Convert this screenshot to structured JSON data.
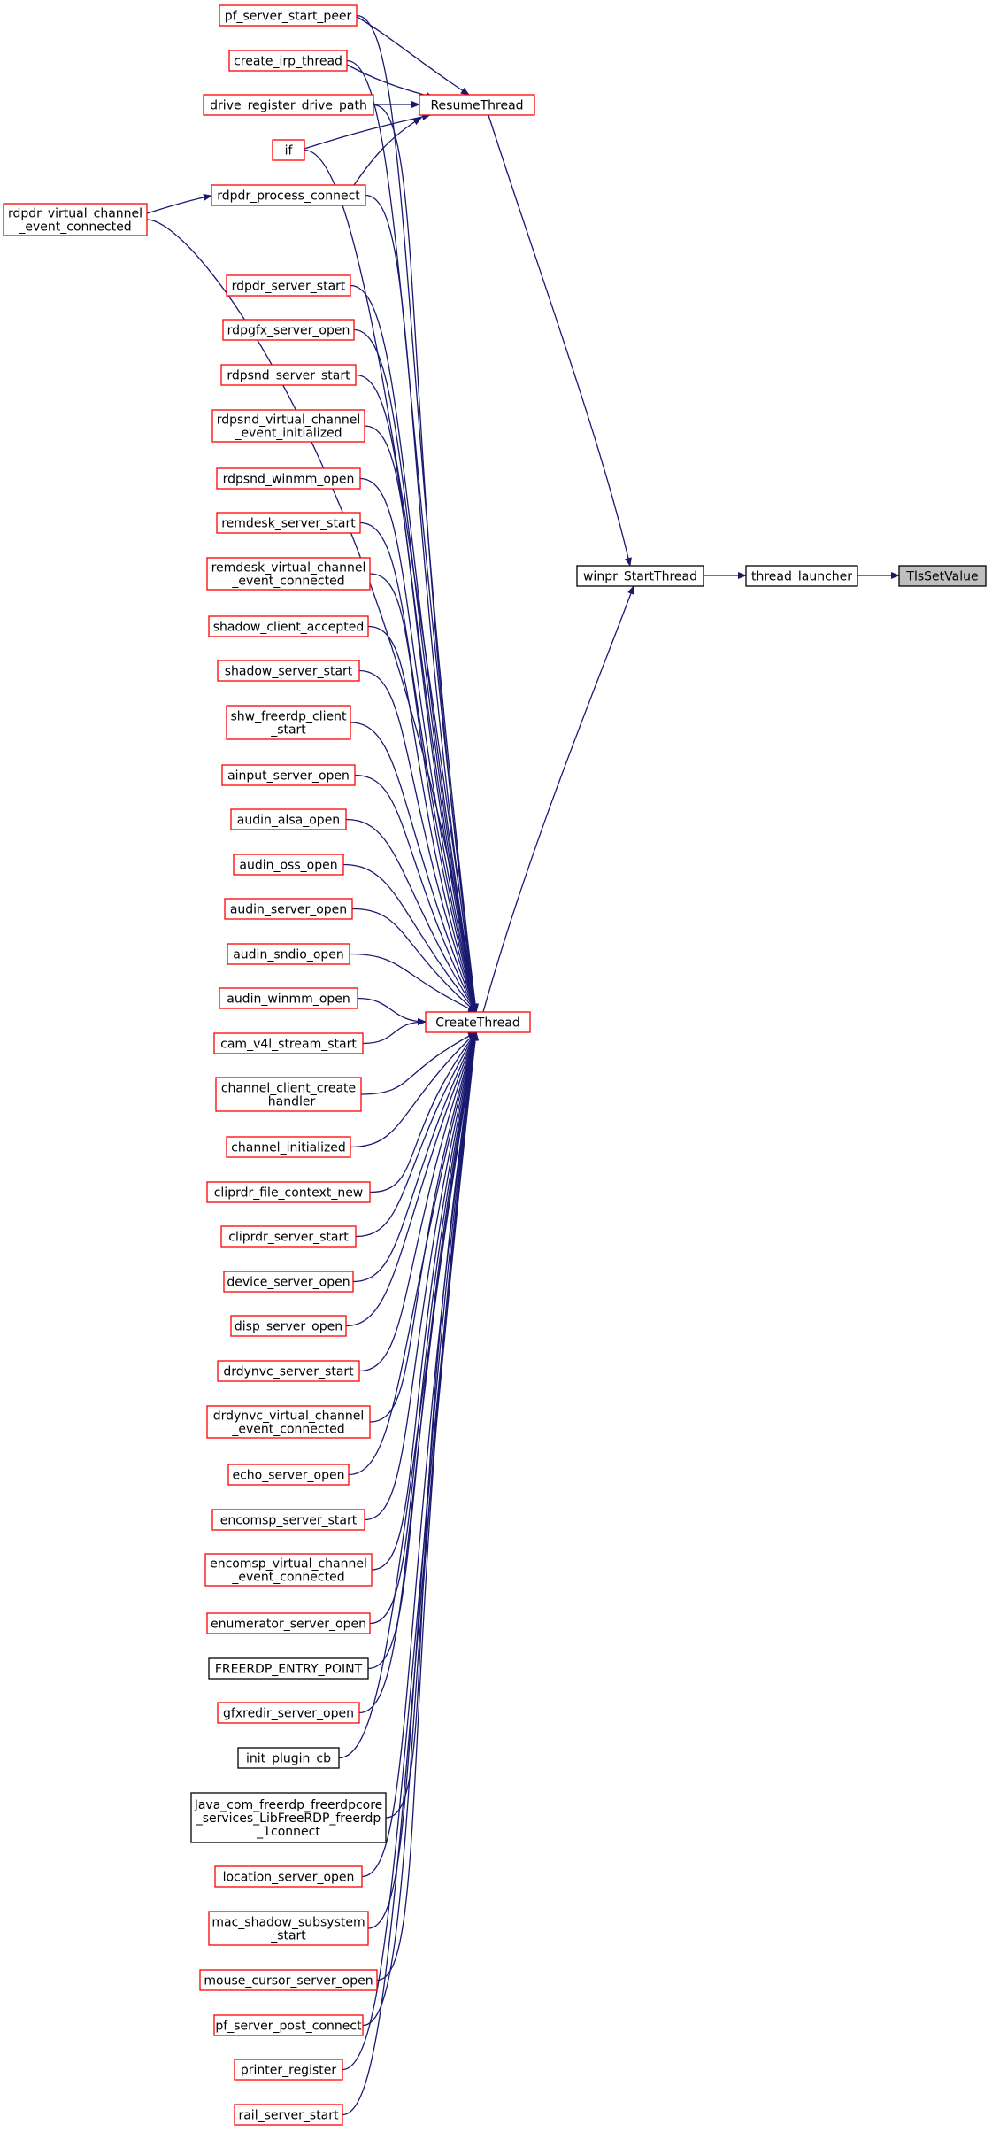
{
  "graph": {
    "colors": {
      "edge": "#191970",
      "node_border_normal": "#ff0000",
      "node_border_plain": "#000000",
      "node_fill": "#ffffff",
      "node_fill_root": "#bfbfbf"
    },
    "nodes": [
      {
        "id": "tlssetvalue",
        "lines": [
          "TlsSetValue"
        ],
        "style": "root"
      },
      {
        "id": "thread-launcher",
        "lines": [
          "thread_launcher"
        ],
        "style": "plain"
      },
      {
        "id": "winpr-startthread",
        "lines": [
          "winpr_StartThread"
        ],
        "style": "plain"
      },
      {
        "id": "resumethread",
        "lines": [
          "ResumeThread"
        ],
        "style": "red"
      },
      {
        "id": "createthread",
        "lines": [
          "CreateThread"
        ],
        "style": "red"
      },
      {
        "id": "pf-server-start-peer",
        "lines": [
          "pf_server_start_peer"
        ],
        "style": "red"
      },
      {
        "id": "create-irp-thread",
        "lines": [
          "create_irp_thread"
        ],
        "style": "red"
      },
      {
        "id": "drive-register-drive-path",
        "lines": [
          "drive_register_drive_path"
        ],
        "style": "red"
      },
      {
        "id": "if",
        "lines": [
          "if"
        ],
        "style": "red"
      },
      {
        "id": "rdpdr-process-connect",
        "lines": [
          "rdpdr_process_connect"
        ],
        "style": "red"
      },
      {
        "id": "rdpdr-virtual-channel-event-connected",
        "lines": [
          "rdpdr_virtual_channel",
          "_event_connected"
        ],
        "style": "red"
      },
      {
        "id": "rdpdr-server-start",
        "lines": [
          "rdpdr_server_start"
        ],
        "style": "red"
      },
      {
        "id": "rdpgfx-server-open",
        "lines": [
          "rdpgfx_server_open"
        ],
        "style": "red"
      },
      {
        "id": "rdpsnd-server-start",
        "lines": [
          "rdpsnd_server_start"
        ],
        "style": "red"
      },
      {
        "id": "rdpsnd-virtual-channel-event-initialized",
        "lines": [
          "rdpsnd_virtual_channel",
          "_event_initialized"
        ],
        "style": "red"
      },
      {
        "id": "rdpsnd-winmm-open",
        "lines": [
          "rdpsnd_winmm_open"
        ],
        "style": "red"
      },
      {
        "id": "remdesk-server-start",
        "lines": [
          "remdesk_server_start"
        ],
        "style": "red"
      },
      {
        "id": "remdesk-virtual-channel-event-connected",
        "lines": [
          "remdesk_virtual_channel",
          "_event_connected"
        ],
        "style": "red"
      },
      {
        "id": "shadow-client-accepted",
        "lines": [
          "shadow_client_accepted"
        ],
        "style": "red"
      },
      {
        "id": "shadow-server-start",
        "lines": [
          "shadow_server_start"
        ],
        "style": "red"
      },
      {
        "id": "shw-freerdp-client-start",
        "lines": [
          "shw_freerdp_client",
          "_start"
        ],
        "style": "red"
      },
      {
        "id": "ainput-server-open",
        "lines": [
          "ainput_server_open"
        ],
        "style": "red"
      },
      {
        "id": "audin-alsa-open",
        "lines": [
          "audin_alsa_open"
        ],
        "style": "red"
      },
      {
        "id": "audin-oss-open",
        "lines": [
          "audin_oss_open"
        ],
        "style": "red"
      },
      {
        "id": "audin-server-open",
        "lines": [
          "audin_server_open"
        ],
        "style": "red"
      },
      {
        "id": "audin-sndio-open",
        "lines": [
          "audin_sndio_open"
        ],
        "style": "red"
      },
      {
        "id": "audin-winmm-open",
        "lines": [
          "audin_winmm_open"
        ],
        "style": "red"
      },
      {
        "id": "cam-v4l-stream-start",
        "lines": [
          "cam_v4l_stream_start"
        ],
        "style": "red"
      },
      {
        "id": "channel-client-create-handler",
        "lines": [
          "channel_client_create",
          "_handler"
        ],
        "style": "red"
      },
      {
        "id": "channel-initialized",
        "lines": [
          "channel_initialized"
        ],
        "style": "red"
      },
      {
        "id": "cliprdr-file-context-new",
        "lines": [
          "cliprdr_file_context_new"
        ],
        "style": "red"
      },
      {
        "id": "cliprdr-server-start",
        "lines": [
          "cliprdr_server_start"
        ],
        "style": "red"
      },
      {
        "id": "device-server-open",
        "lines": [
          "device_server_open"
        ],
        "style": "red"
      },
      {
        "id": "disp-server-open",
        "lines": [
          "disp_server_open"
        ],
        "style": "red"
      },
      {
        "id": "drdynvc-server-start",
        "lines": [
          "drdynvc_server_start"
        ],
        "style": "red"
      },
      {
        "id": "drdynvc-virtual-channel-event-connected",
        "lines": [
          "drdynvc_virtual_channel",
          "_event_connected"
        ],
        "style": "red"
      },
      {
        "id": "echo-server-open",
        "lines": [
          "echo_server_open"
        ],
        "style": "red"
      },
      {
        "id": "encomsp-server-start",
        "lines": [
          "encomsp_server_start"
        ],
        "style": "red"
      },
      {
        "id": "encomsp-virtual-channel-event-connected",
        "lines": [
          "encomsp_virtual_channel",
          "_event_connected"
        ],
        "style": "red"
      },
      {
        "id": "enumerator-server-open",
        "lines": [
          "enumerator_server_open"
        ],
        "style": "red"
      },
      {
        "id": "freerdp-entry-point",
        "lines": [
          "FREERDP_ENTRY_POINT"
        ],
        "style": "plain"
      },
      {
        "id": "gfxredir-server-open",
        "lines": [
          "gfxredir_server_open"
        ],
        "style": "red"
      },
      {
        "id": "init-plugin-cb",
        "lines": [
          "init_plugin_cb"
        ],
        "style": "plain"
      },
      {
        "id": "java-com-freerdp-connect",
        "lines": [
          "Java_com_freerdp_freerdpcore",
          "_services_LibFreeRDP_freerdp",
          "_1connect"
        ],
        "style": "plain"
      },
      {
        "id": "location-server-open",
        "lines": [
          "location_server_open"
        ],
        "style": "red"
      },
      {
        "id": "mac-shadow-subsystem-start",
        "lines": [
          "mac_shadow_subsystem",
          "_start"
        ],
        "style": "red"
      },
      {
        "id": "mouse-cursor-server-open",
        "lines": [
          "mouse_cursor_server_open"
        ],
        "style": "red"
      },
      {
        "id": "pf-server-post-connect",
        "lines": [
          "pf_server_post_connect"
        ],
        "style": "red"
      },
      {
        "id": "printer-register",
        "lines": [
          "printer_register"
        ],
        "style": "red"
      },
      {
        "id": "rail-server-start",
        "lines": [
          "rail_server_start"
        ],
        "style": "red"
      }
    ],
    "edges": [
      {
        "from": "thread-launcher",
        "to": "tlssetvalue"
      },
      {
        "from": "winpr-startthread",
        "to": "thread-launcher"
      },
      {
        "from": "resumethread",
        "to": "winpr-startthread"
      },
      {
        "from": "createthread",
        "to": "winpr-startthread"
      },
      {
        "from": "pf-server-start-peer",
        "to": "resumethread"
      },
      {
        "from": "create-irp-thread",
        "to": "resumethread"
      },
      {
        "from": "drive-register-drive-path",
        "to": "resumethread"
      },
      {
        "from": "if",
        "to": "resumethread"
      },
      {
        "from": "rdpdr-process-connect",
        "to": "resumethread"
      },
      {
        "from": "rdpdr-virtual-channel-event-connected",
        "to": "rdpdr-process-connect"
      },
      {
        "from": "pf-server-start-peer",
        "to": "createthread"
      },
      {
        "from": "create-irp-thread",
        "to": "createthread"
      },
      {
        "from": "drive-register-drive-path",
        "to": "createthread"
      },
      {
        "from": "if",
        "to": "createthread"
      },
      {
        "from": "rdpdr-process-connect",
        "to": "createthread"
      },
      {
        "from": "rdpdr-virtual-channel-event-connected",
        "to": "createthread"
      },
      {
        "from": "rdpdr-server-start",
        "to": "createthread"
      },
      {
        "from": "rdpgfx-server-open",
        "to": "createthread"
      },
      {
        "from": "rdpsnd-server-start",
        "to": "createthread"
      },
      {
        "from": "rdpsnd-virtual-channel-event-initialized",
        "to": "createthread"
      },
      {
        "from": "rdpsnd-winmm-open",
        "to": "createthread"
      },
      {
        "from": "remdesk-server-start",
        "to": "createthread"
      },
      {
        "from": "remdesk-virtual-channel-event-connected",
        "to": "createthread"
      },
      {
        "from": "shadow-client-accepted",
        "to": "createthread"
      },
      {
        "from": "shadow-server-start",
        "to": "createthread"
      },
      {
        "from": "shw-freerdp-client-start",
        "to": "createthread"
      },
      {
        "from": "ainput-server-open",
        "to": "createthread"
      },
      {
        "from": "audin-alsa-open",
        "to": "createthread"
      },
      {
        "from": "audin-oss-open",
        "to": "createthread"
      },
      {
        "from": "audin-server-open",
        "to": "createthread"
      },
      {
        "from": "audin-sndio-open",
        "to": "createthread"
      },
      {
        "from": "audin-winmm-open",
        "to": "createthread"
      },
      {
        "from": "cam-v4l-stream-start",
        "to": "createthread"
      },
      {
        "from": "channel-client-create-handler",
        "to": "createthread"
      },
      {
        "from": "channel-initialized",
        "to": "createthread"
      },
      {
        "from": "cliprdr-file-context-new",
        "to": "createthread"
      },
      {
        "from": "cliprdr-server-start",
        "to": "createthread"
      },
      {
        "from": "device-server-open",
        "to": "createthread"
      },
      {
        "from": "disp-server-open",
        "to": "createthread"
      },
      {
        "from": "drdynvc-server-start",
        "to": "createthread"
      },
      {
        "from": "drdynvc-virtual-channel-event-connected",
        "to": "createthread"
      },
      {
        "from": "echo-server-open",
        "to": "createthread"
      },
      {
        "from": "encomsp-server-start",
        "to": "createthread"
      },
      {
        "from": "encomsp-virtual-channel-event-connected",
        "to": "createthread"
      },
      {
        "from": "enumerator-server-open",
        "to": "createthread"
      },
      {
        "from": "freerdp-entry-point",
        "to": "createthread"
      },
      {
        "from": "gfxredir-server-open",
        "to": "createthread"
      },
      {
        "from": "init-plugin-cb",
        "to": "createthread"
      },
      {
        "from": "java-com-freerdp-connect",
        "to": "createthread"
      },
      {
        "from": "location-server-open",
        "to": "createthread"
      },
      {
        "from": "mac-shadow-subsystem-start",
        "to": "createthread"
      },
      {
        "from": "mouse-cursor-server-open",
        "to": "createthread"
      },
      {
        "from": "pf-server-post-connect",
        "to": "createthread"
      },
      {
        "from": "printer-register",
        "to": "createthread"
      },
      {
        "from": "rail-server-start",
        "to": "createthread"
      }
    ]
  }
}
